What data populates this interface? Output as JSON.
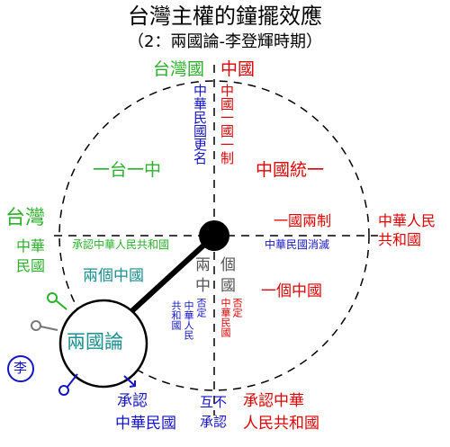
{
  "title": "台灣主權的鐘擺效應",
  "subtitle": "（2：兩國論-李登輝時期）",
  "axis": {
    "top_left": "台灣國",
    "top_right": "中國",
    "left": "台灣",
    "right_line1": "中華人民",
    "right_line2": "共和國"
  },
  "labels": {
    "top_vertical_blue": "中華民國更名",
    "top_vertical_red": "中國一國一制",
    "one_taiwan_one_china": "一台一中",
    "china_unification": "中國統一",
    "roc_line1": "中華",
    "roc_line2": "民國",
    "recognize_prc_on_axis": "承認中華人民共和國",
    "one_country_two_systems": "一國兩制",
    "roc_abolished": "中華民國消滅",
    "two_chinas": "兩個中國",
    "one_china": "一個中國",
    "pointer_liang": "兩",
    "pointer_zhong": "中",
    "pointer_ge": "個",
    "pointer_guo": "國",
    "deny_prc_line1": "中華人民",
    "deny_prc_line2": "共和國",
    "deny_prc_verb": "否定",
    "deny_roc_noun": "中華民國",
    "deny_roc_verb": "否定",
    "two_state_theory": "兩國論",
    "li_badge": "李",
    "recognize_roc_line1": "承認",
    "recognize_roc_line2": "中華民國",
    "mutual_line1": "互不",
    "mutual_line2": "承認",
    "recognize_prc_line1": "承認中華",
    "recognize_prc_line2": "人民共和國"
  },
  "colors": {
    "green": "#2ab12a",
    "red": "#e00000",
    "blue": "#1515c8",
    "gray": "#555555",
    "teal": "#1a8f8f"
  },
  "icons": [
    "female-symbol-icon",
    "male-symbol-icon",
    "pendulum-pivot-icon"
  ]
}
